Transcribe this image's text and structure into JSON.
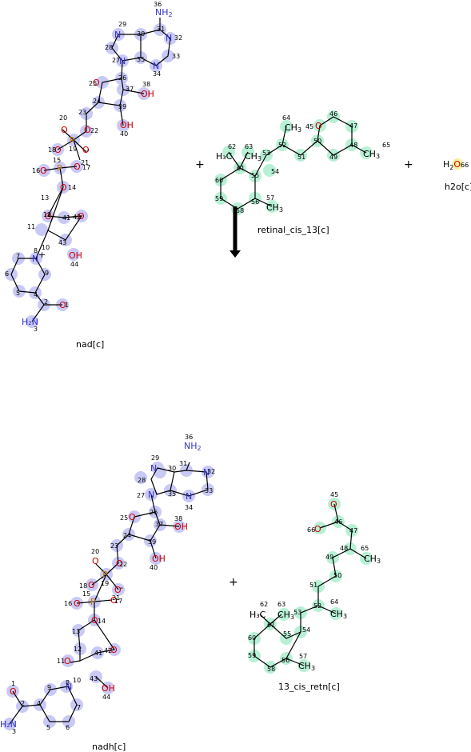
{
  "reactants": [
    {
      "name": "nad[c]"
    },
    {
      "name": "retinal_cis_13[c]"
    },
    {
      "name": "h2o[c]",
      "formula": {
        "h": "H",
        "sub": "2",
        "o": "O",
        "index": "66"
      }
    }
  ],
  "products": [
    {
      "name": "nadh[c]"
    },
    {
      "name": "13_cis_retn[c]"
    }
  ],
  "operators": {
    "plus": "+"
  },
  "colors": {
    "nad_highlight": "#c9c9f5",
    "retinal_highlight": "#b8f0d6",
    "water_highlight": "#f5f0a0",
    "nitrogen": "#3333cc",
    "oxygen": "#cc0000",
    "phosphorus": "#cc7700",
    "bond": "#000000"
  },
  "atoms": {
    "NH2": "NH",
    "H2N": "H",
    "OH": "OH",
    "CH3": "CH",
    "H3C": "H",
    "O": "O",
    "N": "N",
    "P": "P",
    "plus": "+",
    "minus": "-"
  },
  "nad_atom_numbers": [
    "1",
    "2",
    "3",
    "4",
    "5",
    "6",
    "7",
    "8",
    "9",
    "11",
    "12",
    "13",
    "14",
    "15",
    "16",
    "17",
    "18",
    "19",
    "20",
    "21",
    "22",
    "23",
    "24",
    "25",
    "26",
    "27",
    "28",
    "29",
    "30",
    "31",
    "32",
    "33",
    "34",
    "35",
    "36",
    "37",
    "38",
    "39",
    "40",
    "41",
    "42",
    "43",
    "44"
  ],
  "retinal_atom_numbers": [
    "45",
    "46",
    "47",
    "48",
    "49",
    "50",
    "51",
    "52",
    "53",
    "54",
    "55",
    "56",
    "57",
    "58",
    "59",
    "60",
    "61",
    "62",
    "63",
    "64",
    "65",
    "66"
  ]
}
